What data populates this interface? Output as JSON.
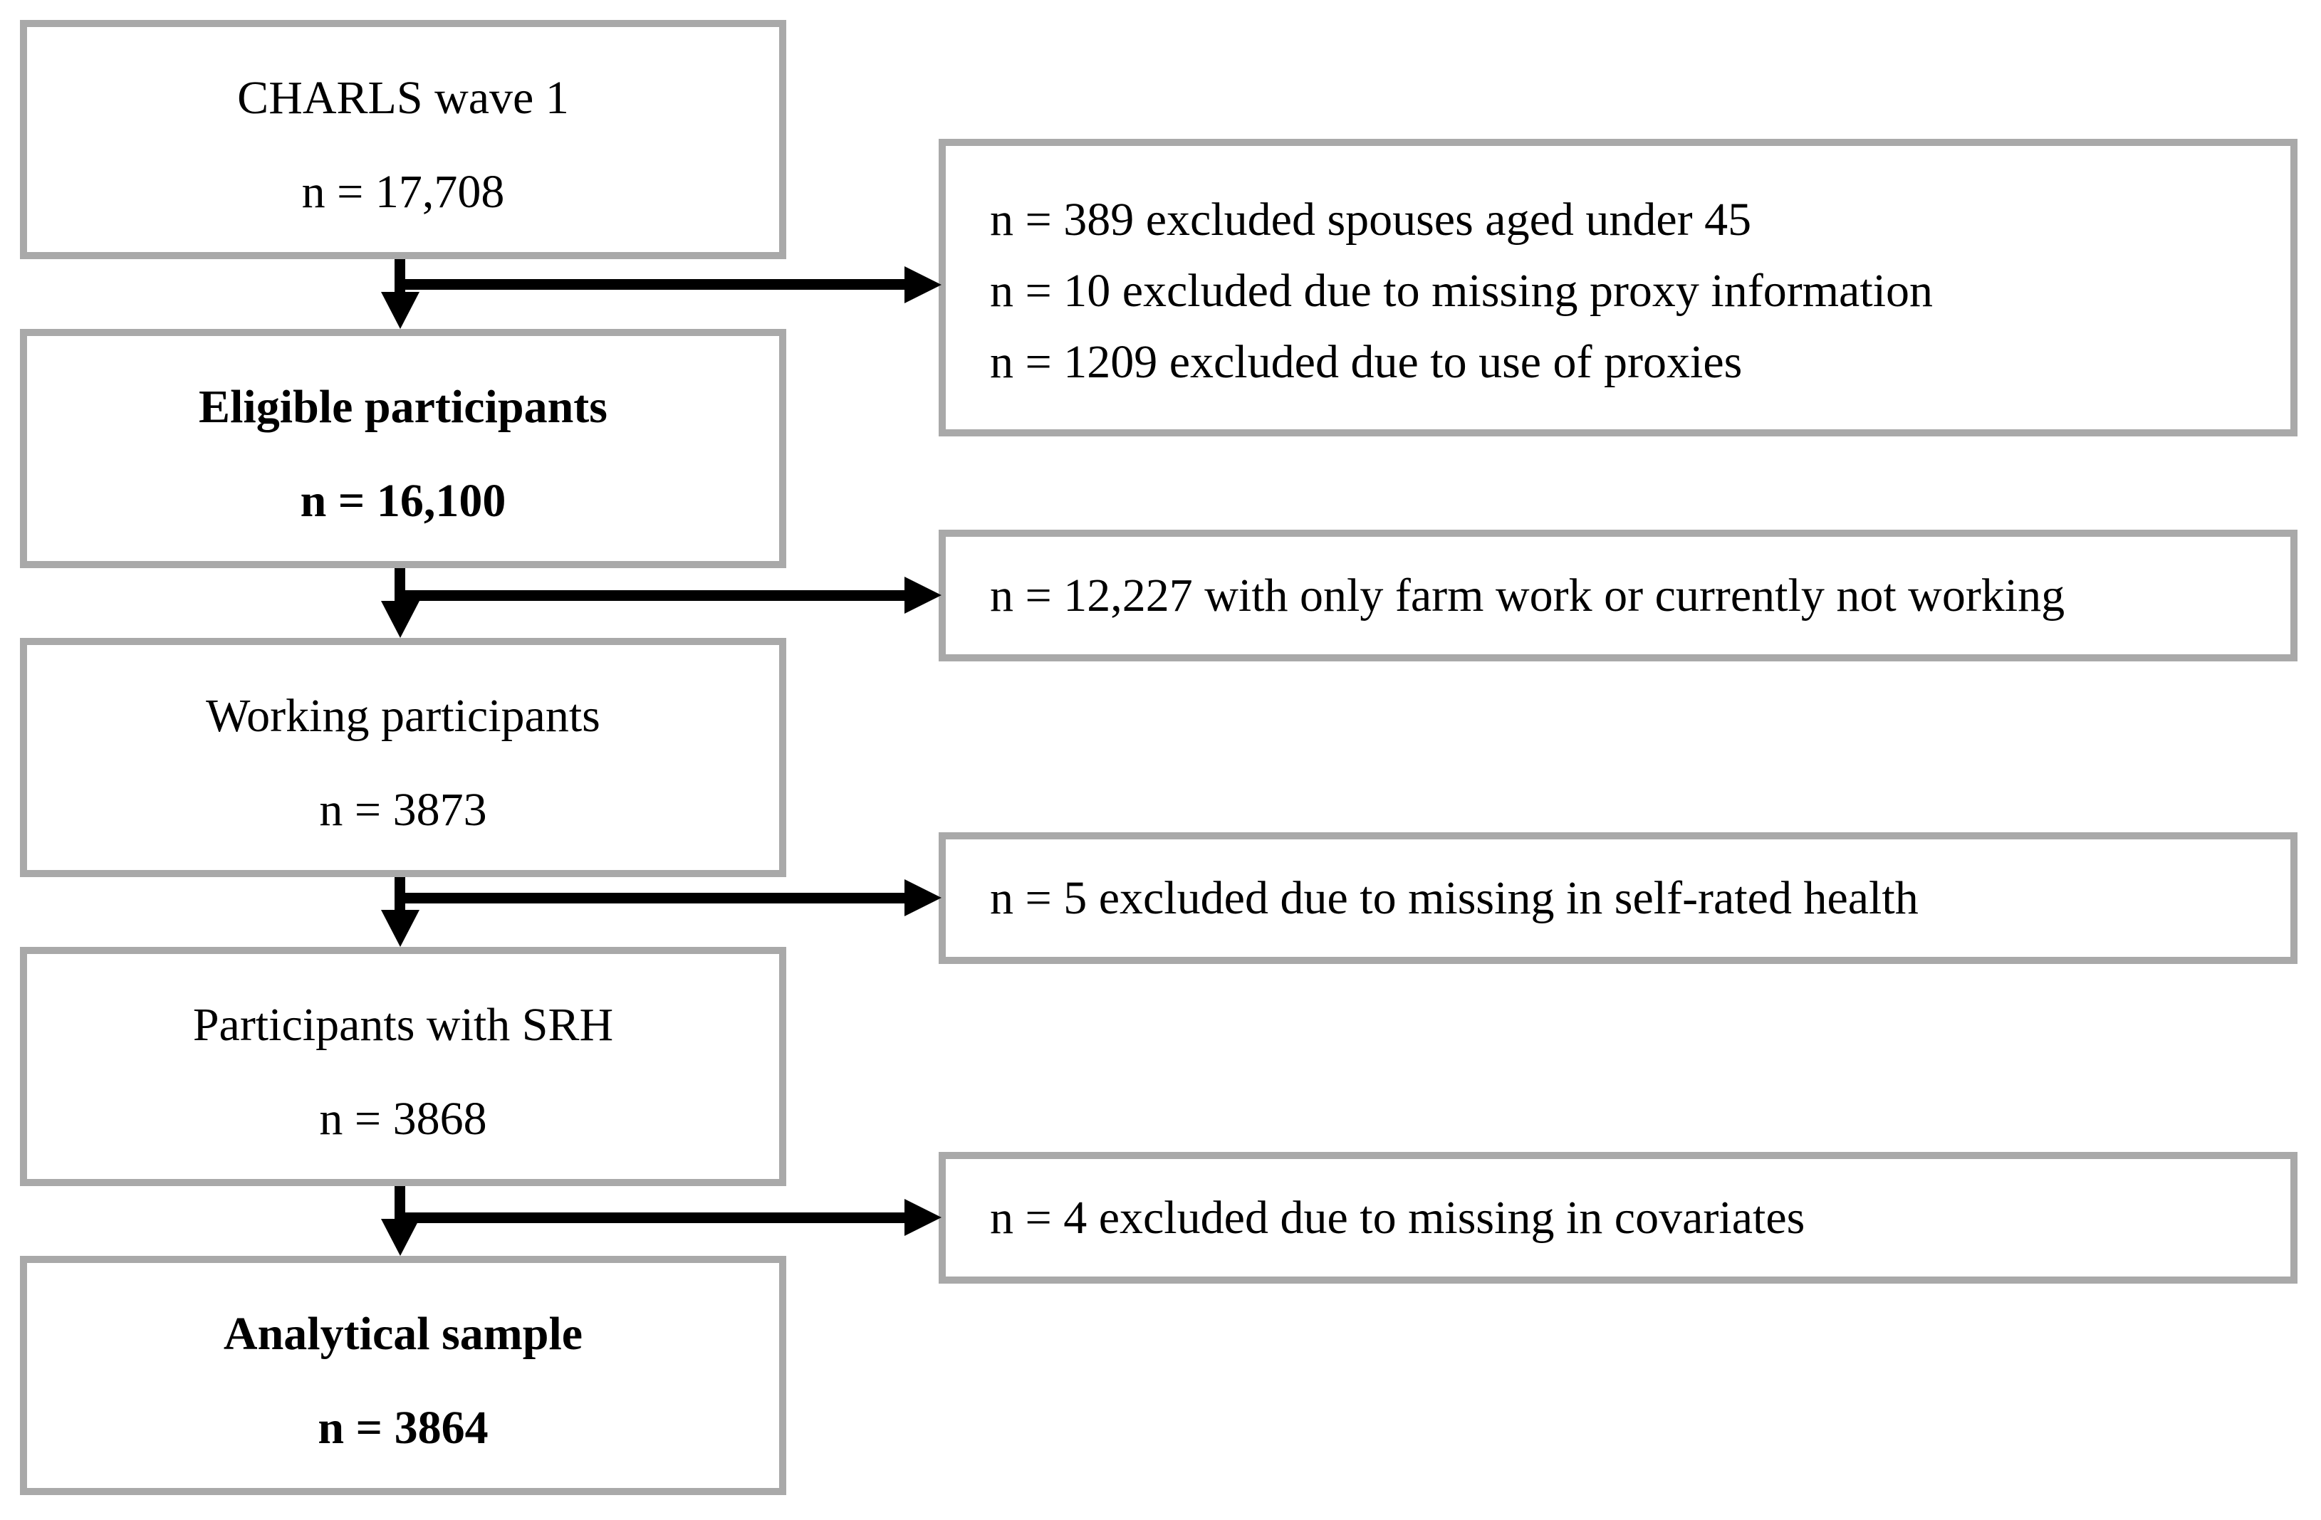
{
  "colors": {
    "background": "#ffffff",
    "box_border": "#a9a9a9",
    "arrow": "#000000",
    "text": "#000000"
  },
  "flowchart": {
    "left_boxes": [
      {
        "title": "CHARLS wave 1",
        "n": "n = 17,708",
        "bold": false
      },
      {
        "title": "Eligible participants",
        "n": "n = 16,100",
        "bold": true
      },
      {
        "title": "Working participants",
        "n": "n = 3873",
        "bold": false
      },
      {
        "title": "Participants with SRH",
        "n": "n = 3868",
        "bold": false
      },
      {
        "title": "Analytical sample",
        "n": "n = 3864",
        "bold": true
      }
    ],
    "right_boxes": [
      {
        "lines": [
          "n = 389 excluded spouses aged under 45",
          "n = 10 excluded due to missing proxy information",
          "n = 1209 excluded due to use of proxies"
        ]
      },
      {
        "lines": [
          "n = 12,227 with only farm work or currently not working"
        ]
      },
      {
        "lines": [
          "n = 5 excluded due to missing in self-rated health"
        ]
      },
      {
        "lines": [
          "n = 4 excluded due to missing in covariates"
        ]
      }
    ]
  }
}
